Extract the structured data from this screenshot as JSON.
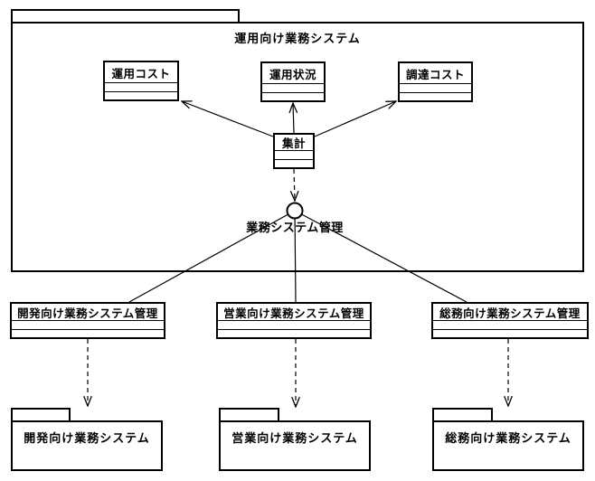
{
  "colors": {
    "line": "#000000",
    "background": "#ffffff"
  },
  "outer_package": {
    "label": "運用向け業務システム"
  },
  "classes": {
    "operation_cost": {
      "label": "運用コスト"
    },
    "operation_status": {
      "label": "運用状況"
    },
    "procurement_cost": {
      "label": "調達コスト"
    },
    "aggregation": {
      "label": "集計"
    },
    "dev_mgmt": {
      "label": "開発向け業務システム管理"
    },
    "sales_mgmt": {
      "label": "営業向け業務システム管理"
    },
    "general_mgmt": {
      "label": "総務向け業務システム管理"
    }
  },
  "interface": {
    "label": "業務システム管理"
  },
  "packages": {
    "dev": {
      "label": "開発向け業務システム"
    },
    "sales": {
      "label": "営業向け業務システム"
    },
    "general": {
      "label": "総務向け業務システム"
    }
  }
}
